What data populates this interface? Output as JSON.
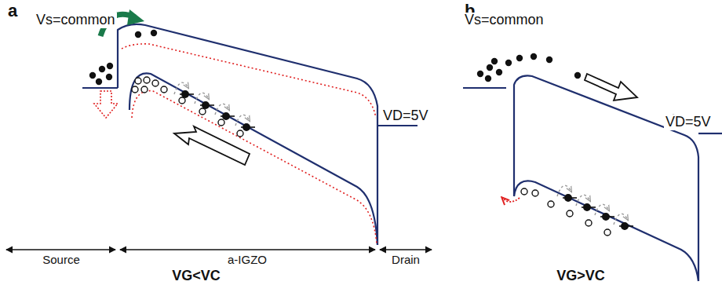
{
  "diagram": {
    "labels": [
      "a",
      "Vs=common",
      "VD=5V",
      "Source",
      "a-IGZO",
      "Drain",
      "VG<VC",
      "b",
      "Vs=common",
      "VD=5V",
      "VG>VC"
    ]
  }
}
